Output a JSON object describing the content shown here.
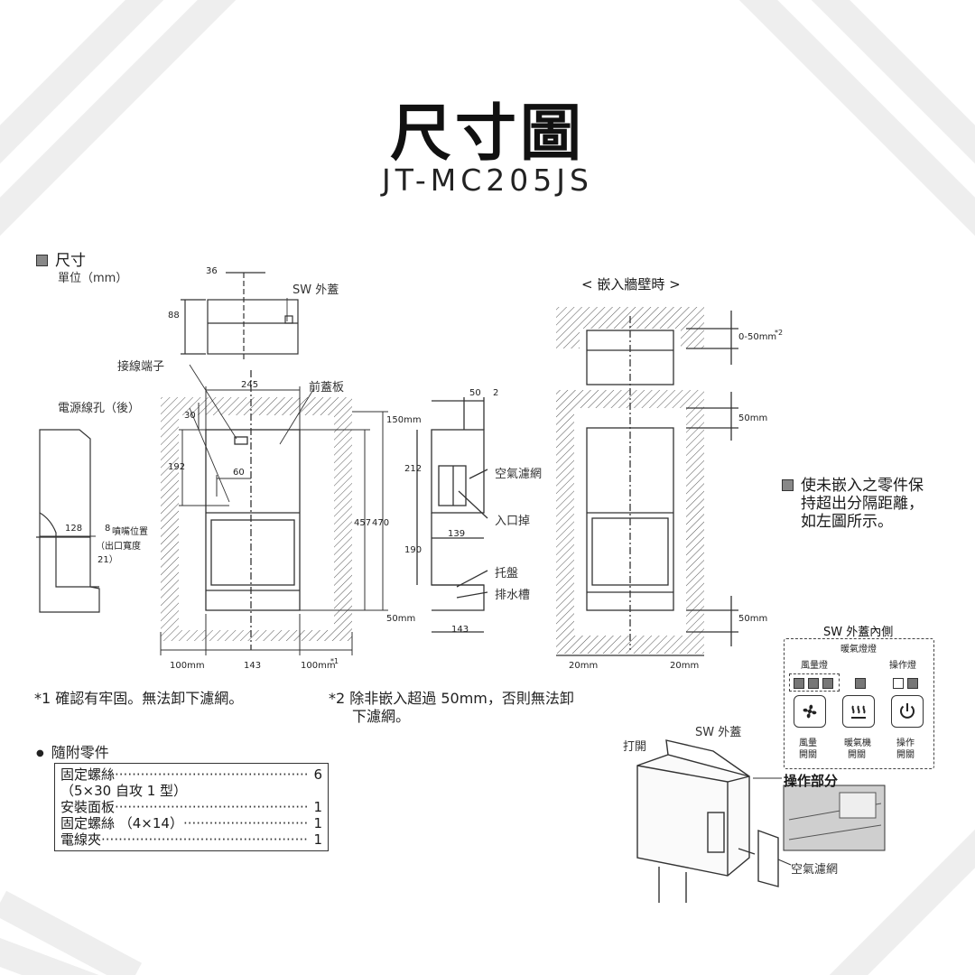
{
  "header": {
    "title": "尺寸圖",
    "model": "JT-MC205JS"
  },
  "section": {
    "heading": "尺寸",
    "unit": "單位（mm）"
  },
  "dims": {
    "d36": "36",
    "d88": "88",
    "d245": "245",
    "d30": "30",
    "d192": "192",
    "d60": "60",
    "d128": "128",
    "d8": "8",
    "d457": "457",
    "d470": "470",
    "d150": "150mm",
    "d50b": "50mm",
    "d100l": "100mm",
    "d143": "143",
    "d100r": "100mm",
    "s1": "*1",
    "d50t": "50",
    "d2": "2",
    "d212": "212",
    "d139": "139",
    "d190": "190",
    "d143s": "143",
    "gap_top": "0-50mm",
    "s2": "*2",
    "m50t": "50mm",
    "m50b": "50mm",
    "m20l": "20mm",
    "m20r": "20mm"
  },
  "labels": {
    "sw_cover": "SW 外蓋",
    "terminal": "接線端子",
    "front_panel": "前蓋板",
    "power_hole": "電源線孔（後）",
    "outlet_pos": "噴嘴位置",
    "outlet_width_1": "（出口寬度",
    "outlet_width_2": "21）",
    "air_filter": "空氣濾網",
    "inlet": "入口掉",
    "tray": "托盤",
    "drain": "排水槽",
    "embed_title": "< 嵌入牆壁時 >"
  },
  "side_note": {
    "line1": "使未嵌入之零件保",
    "line2": "持超出分隔距離，",
    "line3": "如左圖所示。"
  },
  "notes": {
    "n1": "*1  確認有牢固。無法卸下濾網。",
    "n2a": "*2  除非嵌入超過 50mm，否則無法卸",
    "n2b": "下濾網。"
  },
  "accessories": {
    "heading": "隨附零件",
    "items": [
      {
        "name": "固定螺絲",
        "qty": "6"
      },
      {
        "name": "（5×30 自攻 1 型）",
        "qty": ""
      },
      {
        "name": "安裝面板",
        "qty": "1"
      },
      {
        "name": "固定螺絲 （4×14）",
        "qty": "1"
      },
      {
        "name": "電線夾",
        "qty": "1"
      }
    ]
  },
  "sw_panel": {
    "title": "SW 外蓋內側",
    "heater_lamp": "暖氣燈燈",
    "fan_lamp": "風量燈",
    "op_lamp": "操作燈",
    "fan_label_1": "風量",
    "fan_label_2": "開關",
    "heat_label_1": "暖氣機",
    "heat_label_2": "開關",
    "op_label_1": "操作",
    "op_label_2": "開關"
  },
  "bottom_right": {
    "open": "打開",
    "sw_cover": "SW 外蓋",
    "op_section": "操作部分",
    "air_filter": "空氣濾網"
  }
}
